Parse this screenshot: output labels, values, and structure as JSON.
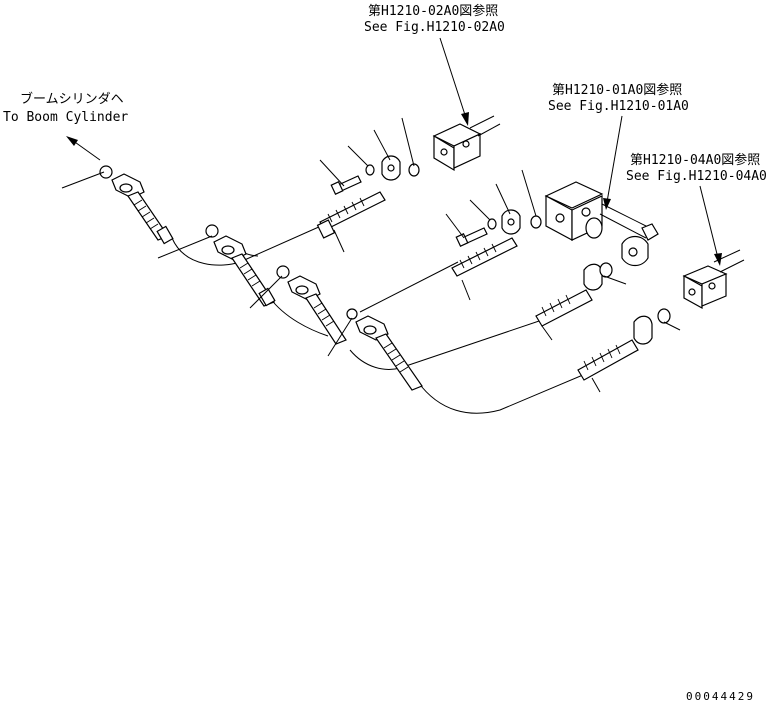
{
  "callouts": {
    "ref_02a0_jp": "第H1210-02A0図参照",
    "ref_02a0_en": "See Fig.H1210-02A0",
    "ref_01a0_jp": "第H1210-01A0図参照",
    "ref_01a0_en": "See Fig.H1210-01A0",
    "ref_04a0_jp": "第H1210-04A0図参照",
    "ref_04a0_en": "See Fig.H1210-04A0",
    "boom_jp": "ブームシリンダヘ",
    "boom_en": "To Boom Cylinder"
  },
  "drawing_number": "00044429"
}
